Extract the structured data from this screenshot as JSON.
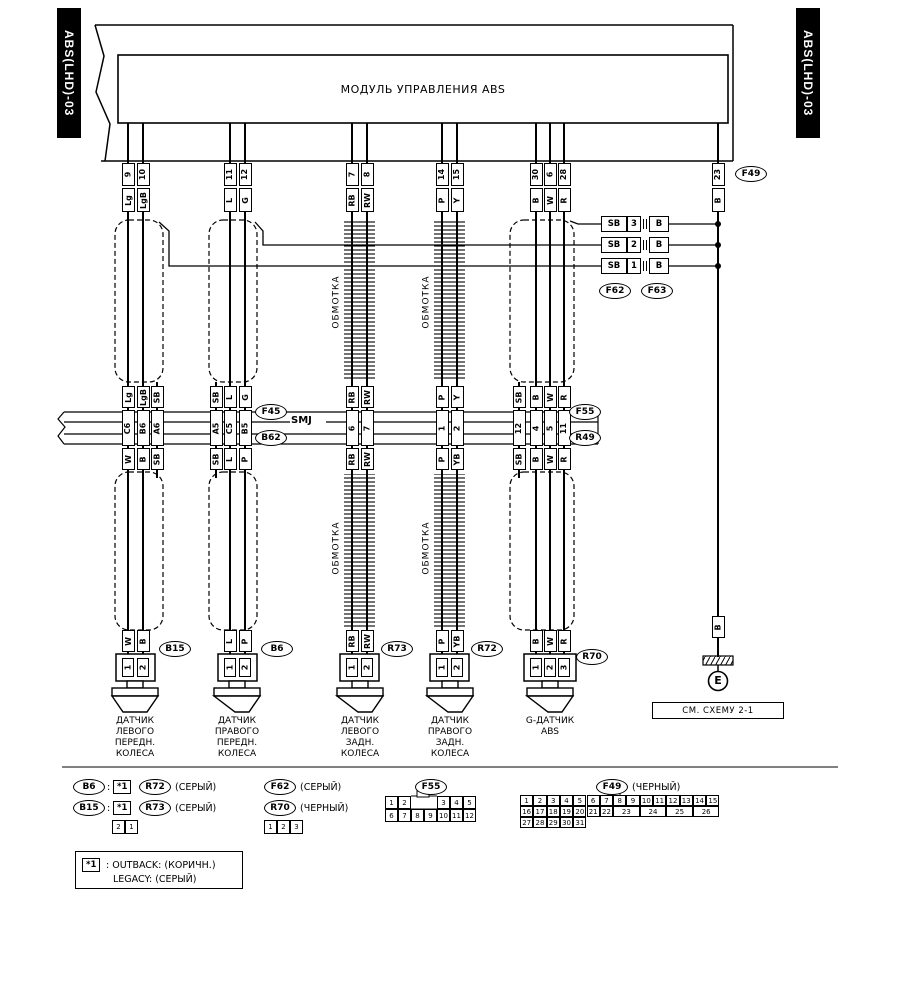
{
  "page": {
    "side_label": "ABS(LHD)-03",
    "module_title": "МОДУЛЬ УПРАВЛЕНИЯ ABS",
    "coil_label": "ОБМОТКА"
  },
  "top_connector": {
    "label": "F49",
    "pins": [
      {
        "pin": "9",
        "color": "Lg"
      },
      {
        "pin": "10",
        "color": "LgB"
      },
      {
        "pin": "11",
        "color": "L"
      },
      {
        "pin": "12",
        "color": "G"
      },
      {
        "pin": "7",
        "color": "RB"
      },
      {
        "pin": "8",
        "color": "RW"
      },
      {
        "pin": "14",
        "color": "P"
      },
      {
        "pin": "15",
        "color": "Y"
      },
      {
        "pin": "30",
        "color": "B"
      },
      {
        "pin": "6",
        "color": "W"
      },
      {
        "pin": "28",
        "color": "R"
      },
      {
        "pin": "23",
        "color": "B"
      }
    ]
  },
  "shield_links": {
    "rows": [
      {
        "left": "SB",
        "num": "3",
        "right": "B"
      },
      {
        "left": "SB",
        "num": "2",
        "right": "B"
      },
      {
        "left": "SB",
        "num": "1",
        "right": "B"
      }
    ],
    "connector_left": "F62",
    "connector_right": "F63"
  },
  "smj": {
    "label": "SMJ",
    "connector_top": "F45",
    "connector_bottom": "B62",
    "gsensor_top": "F55",
    "gsensor_bottom": "R49"
  },
  "groups": [
    {
      "name": "front-left-wheel-sensor",
      "above": [
        "Lg",
        "LgB",
        "SB"
      ],
      "cells": [
        "C6",
        "B6",
        "A6"
      ],
      "below": [
        "W",
        "B",
        "SB"
      ],
      "sensor_colors": [
        "W",
        "B"
      ],
      "sensor_pins": [
        "1",
        "2"
      ],
      "connector": "B15",
      "caption": [
        "ДАТЧИК",
        "ЛЕВОГО",
        "ПЕРЕДН.",
        "КОЛЕСА"
      ]
    },
    {
      "name": "front-right-wheel-sensor",
      "above": [
        "SB",
        "L",
        "G"
      ],
      "cells": [
        "A5",
        "C5",
        "B5"
      ],
      "below": [
        "SB",
        "L",
        "P"
      ],
      "sensor_colors": [
        "L",
        "P"
      ],
      "sensor_pins": [
        "1",
        "2"
      ],
      "connector": "B6",
      "caption": [
        "ДАТЧИК",
        "ПРАВОГО",
        "ПЕРЕДН.",
        "КОЛЕСА"
      ]
    },
    {
      "name": "rear-left-wheel-sensor",
      "above": [
        "RB",
        "RW"
      ],
      "cells": [
        "6",
        "7"
      ],
      "below": [
        "RB",
        "RW"
      ],
      "sensor_colors": [
        "RB",
        "RW"
      ],
      "sensor_pins": [
        "1",
        "2"
      ],
      "connector": "R73",
      "caption": [
        "ДАТЧИК",
        "ЛЕВОГО",
        "ЗАДН.",
        "КОЛЕСА"
      ]
    },
    {
      "name": "rear-right-wheel-sensor",
      "above": [
        "P",
        "Y"
      ],
      "cells": [
        "1",
        "2"
      ],
      "below": [
        "P",
        "YB"
      ],
      "sensor_colors": [
        "P",
        "YB"
      ],
      "sensor_pins": [
        "1",
        "2"
      ],
      "connector": "R72",
      "caption": [
        "ДАТЧИК",
        "ПРАВОГО",
        "ЗАДН.",
        "КОЛЕСА"
      ]
    },
    {
      "name": "g-sensor-abs",
      "above": [
        "SB",
        "B",
        "W",
        "R"
      ],
      "cells": [
        "12",
        "4",
        "5",
        "11"
      ],
      "below": [
        "SB",
        "B",
        "W",
        "R"
      ],
      "sensor_colors": [
        "B",
        "W",
        "R"
      ],
      "sensor_pins": [
        "1",
        "2",
        "3"
      ],
      "connector": "R70",
      "caption": [
        "G-ДАТЧИК",
        "ABS"
      ]
    }
  ],
  "ground": {
    "wire_color": "B",
    "letter": "E",
    "ref": "СМ. СХЕМУ 2-1"
  },
  "legend": {
    "items": {
      "b6": "B6",
      "r72": "R72",
      "b15": "B15",
      "r73": "R73",
      "f62": "F62",
      "r70": "R70",
      "f55": "F55",
      "f49": "F49",
      "colon": ":",
      "star": "*1",
      "grey": "(СЕРЫЙ)",
      "black": "(ЧЕРНЫЙ)"
    },
    "grid_b": [
      "2",
      "1"
    ],
    "grid_r70": [
      "1",
      "2",
      "3"
    ],
    "grid_f55_top": [
      "1",
      "2",
      "3",
      "4",
      "5"
    ],
    "grid_f55_bottom": [
      "6",
      "7",
      "8",
      "9",
      "10",
      "11",
      "12"
    ],
    "grid_f49_row1": [
      "1",
      "2",
      "3",
      "4",
      "5",
      "6",
      "7",
      "8",
      "9",
      "10",
      "11",
      "12",
      "13",
      "14",
      "15"
    ],
    "grid_f49_row2a": [
      "16",
      "17",
      "18",
      "19",
      "20",
      "21",
      "22"
    ],
    "grid_f49_row2b": [
      "23",
      "24",
      "25",
      "26"
    ],
    "grid_f49_row3": [
      "27",
      "28",
      "29",
      "30",
      "31"
    ]
  },
  "footnote": {
    "mark": "*1",
    "text1": ": OUTBACK: (КОРИЧН.)",
    "text2": "LEGACY: (СЕРЫЙ)"
  }
}
